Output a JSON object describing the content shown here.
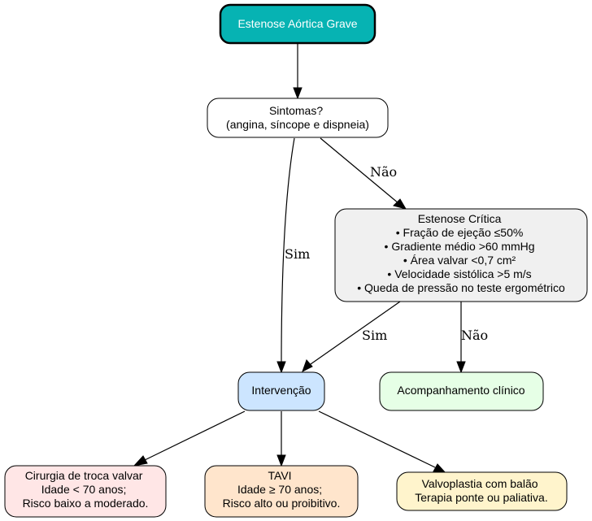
{
  "nodes": {
    "root": {
      "lines": [
        "Estenose Aórtica Grave"
      ],
      "fill": "#06b3b3",
      "text_color": "#ffffff"
    },
    "symptoms": {
      "lines": [
        "Sintomas?",
        "(angina, síncope e dispneia)"
      ],
      "fill": "#ffffff"
    },
    "critical": {
      "lines": [
        "Estenose Crítica",
        "• Fração de ejeção ≤50%",
        "• Gradiente médio >60 mmHg",
        "• Área valvar <0,7 cm²",
        "• Velocidade sistólica >5 m/s",
        "• Queda de pressão no teste ergométrico"
      ],
      "fill": "#f0f0f0"
    },
    "intervention": {
      "lines": [
        "Intervenção"
      ],
      "fill": "#cce5ff"
    },
    "followup": {
      "lines": [
        "Acompanhamento clínico"
      ],
      "fill": "#e6ffe6"
    },
    "surgery": {
      "lines": [
        "Cirurgia de troca valvar",
        "Idade < 70 anos;",
        "Risco baixo a moderado."
      ],
      "fill": "#ffe6e6"
    },
    "tavi": {
      "lines": [
        "TAVI",
        "Idade ≥ 70 anos;",
        "Risco alto ou proibitivo."
      ],
      "fill": "#ffe5cc"
    },
    "balloon": {
      "lines": [
        "Valvoplastia com balão",
        "Terapia ponte ou paliativa."
      ],
      "fill": "#fff4cc"
    }
  },
  "edges": {
    "symptoms_no": "Não",
    "symptoms_yes": "Sim",
    "critical_yes": "Sim",
    "critical_no": "Não"
  }
}
